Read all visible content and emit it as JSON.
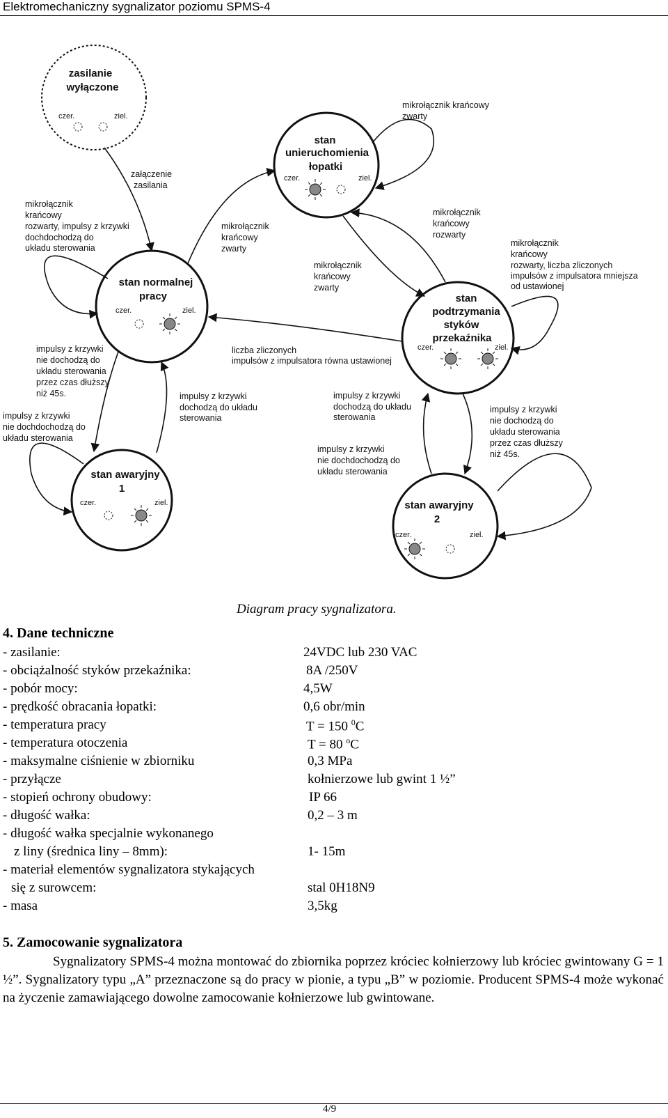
{
  "header": {
    "title": "Elektromechaniczny sygnalizator poziomu SPMS-4"
  },
  "diagram": {
    "states": {
      "off": {
        "line1": "zasilanie",
        "line2": "wyłączone"
      },
      "normal": {
        "line1": "stan normalnej",
        "line2": "pracy"
      },
      "blocked": {
        "line1": "stan",
        "line2": "unieruchomienia",
        "line3": "łopatki"
      },
      "hold": {
        "line1": "stan",
        "line2": "podtrzymania",
        "line3": "styków",
        "line4": "przekaźnika"
      },
      "alarm1": {
        "line1": "stan awaryjny",
        "line2": "1"
      },
      "alarm2": {
        "line1": "stan awaryjny",
        "line2": "2"
      }
    },
    "led_red": "czer.",
    "led_green": "ziel.",
    "labels": {
      "power_on": [
        "załączenie",
        "zasilania"
      ],
      "open_no_pulses": [
        "mikrołącznik",
        "krańcowy",
        "rozwarty, impulsy z krzywki",
        "dochdochodzą do",
        "układu sterowania"
      ],
      "closed_top": [
        "mikrołącznik krańcowy",
        "zwarty"
      ],
      "closed_left": [
        "mikrołącznik",
        "krańcowy",
        "zwarty"
      ],
      "closed_mid": [
        "mikrołącznik",
        "krańcowy",
        "zwarty"
      ],
      "open_right": [
        "mikrołącznik",
        "krańcowy",
        "rozwarty"
      ],
      "open_count": [
        "mikrołącznik",
        "krańcowy",
        "rozwarty, liczba zliczonych",
        "impulsów z impulsatora mniejsza",
        "od ustawionej"
      ],
      "count_equal": [
        "liczba zliczonych",
        "impulsów z impulsatora równa ustawionej"
      ],
      "no_pulses_45_left": [
        "impulsy z krzywki",
        "nie dochodzą do",
        "układu sterowania",
        "przez czas dłuższy",
        "niż 45s."
      ],
      "no_pulses_left": [
        "impulsy z krzywki",
        "nie dochdochodzą do",
        "układu sterowania"
      ],
      "pulses_arrive_left": [
        "impulsy z krzywki",
        "dochodzą do układu",
        "sterowania"
      ],
      "pulses_arrive_right": [
        "impulsy z krzywki",
        "dochodzą do układu",
        "sterowania"
      ],
      "no_pulses_mid": [
        "impulsy z krzywki",
        "nie dochdochodzą do",
        "układu sterowania"
      ],
      "no_pulses_45_right": [
        "impulsy z krzywki",
        "nie dochodzą do",
        "układu sterowania",
        "przez czas dłuższy",
        "niż 45s."
      ]
    }
  },
  "caption": "Diagram pracy sygnalizatora.",
  "section4": {
    "title": "4.  Dane techniczne",
    "specs": [
      {
        "label": "- zasilanie:",
        "value": "24VDC lub 230 VAC"
      },
      {
        "label": "- obciążalność styków przekaźnika:",
        "value": "8A /250V"
      },
      {
        "label": "- pobór mocy:",
        "value": "4,5W"
      },
      {
        "label": "- prędkość obracania łopatki:",
        "value": "0,6 obr/min"
      },
      {
        "label": "- temperatura pracy",
        "value": "T = 150",
        "sup": "0",
        "unit": "C"
      },
      {
        "label": "- temperatura otoczenia",
        "value": "T = 80",
        "sup": "o",
        "unit": "C"
      },
      {
        "label": "- maksymalne ciśnienie w zbiorniku",
        "value": "0,3 MPa"
      },
      {
        "label": "- przyłącze",
        "value": "kołnierzowe lub gwint 1 ½”"
      },
      {
        "label": "- stopień ochrony obudowy:",
        "value": "IP 66"
      },
      {
        "label": "- długość wałka:",
        "value": "0,2 – 3 m"
      },
      {
        "label": "- długość wałka specjalnie wykonanego",
        "value": ""
      },
      {
        "label": "z liny (średnica liny – 8mm):",
        "value": "1- 15m"
      },
      {
        "label": "- materiał elementów sygnalizatora stykających",
        "value": ""
      },
      {
        "label": "się z surowcem:",
        "value": "stal 0H18N9"
      },
      {
        "label": "- masa",
        "value": "3,5kg"
      }
    ]
  },
  "section5": {
    "title": "5.  Zamocowanie sygnalizatora",
    "text": "Sygnalizatory SPMS-4 można montować do zbiornika poprzez króciec kołnierzowy lub króciec gwintowany G = 1 ½”. Sygnalizatory typu „A” przeznaczone są do pracy w pionie, a typu „B” w poziomie.  Producent SPMS-4 może wykonać na życzenie zamawiającego dowolne zamocowanie kołnierzowe lub gwintowane."
  },
  "footer": {
    "page": "4/9"
  }
}
